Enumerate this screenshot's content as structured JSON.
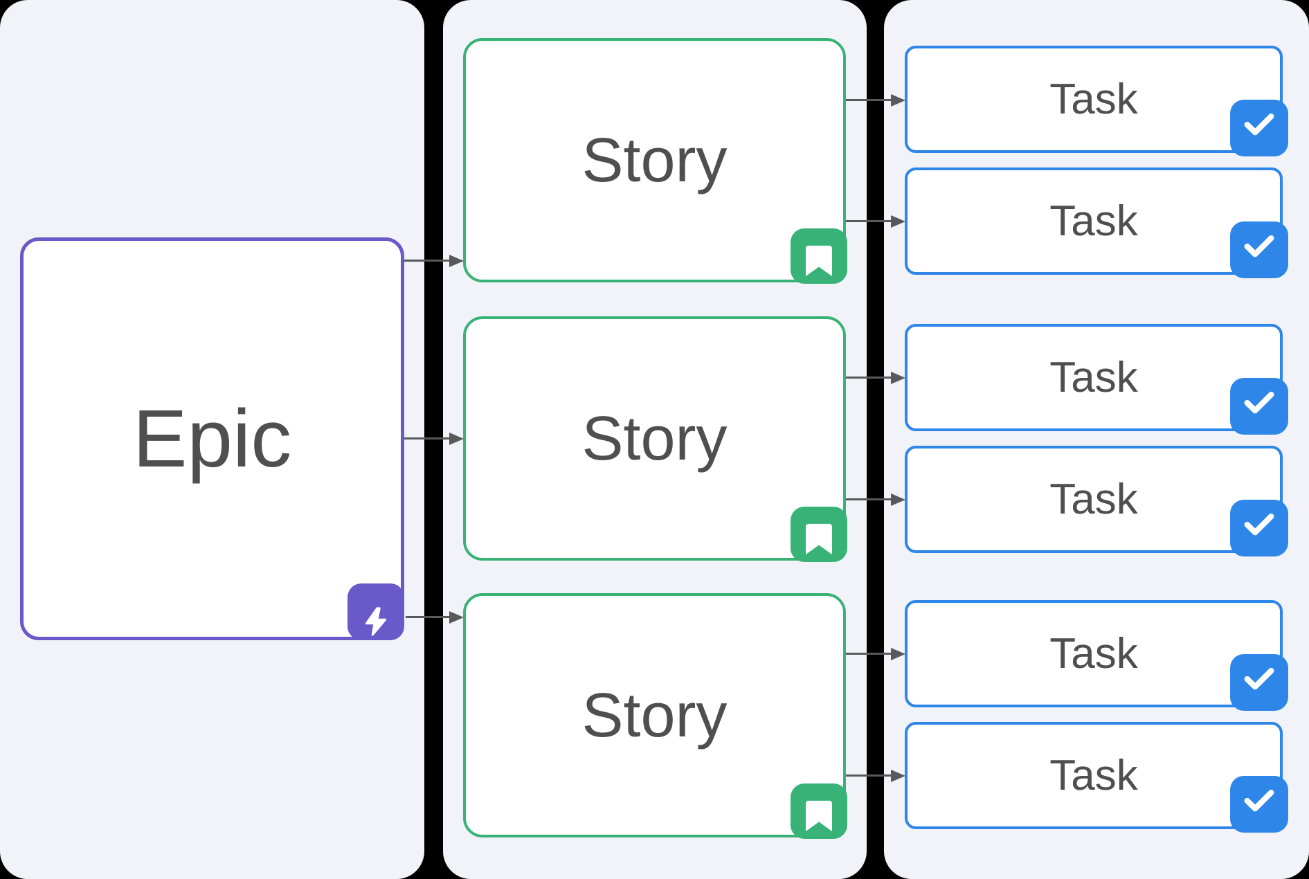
{
  "epic": {
    "label": "Epic",
    "badge_icon": "lightning-icon"
  },
  "stories": [
    {
      "label": "Story",
      "badge_icon": "bookmark-icon"
    },
    {
      "label": "Story",
      "badge_icon": "bookmark-icon"
    },
    {
      "label": "Story",
      "badge_icon": "bookmark-icon"
    }
  ],
  "tasks": [
    {
      "label": "Task",
      "badge_icon": "check-icon"
    },
    {
      "label": "Task",
      "badge_icon": "check-icon"
    },
    {
      "label": "Task",
      "badge_icon": "check-icon"
    },
    {
      "label": "Task",
      "badge_icon": "check-icon"
    },
    {
      "label": "Task",
      "badge_icon": "check-icon"
    },
    {
      "label": "Task",
      "badge_icon": "check-icon"
    }
  ],
  "colors": {
    "background": "#000000",
    "panel": "#f2f3f9",
    "card": "#ffffff",
    "epic_purple": "#6959c9",
    "story_green": "#38b277",
    "task_blue": "#2d86e8",
    "arrow_gray": "#595959",
    "text_gray": "#4f4f4f"
  }
}
